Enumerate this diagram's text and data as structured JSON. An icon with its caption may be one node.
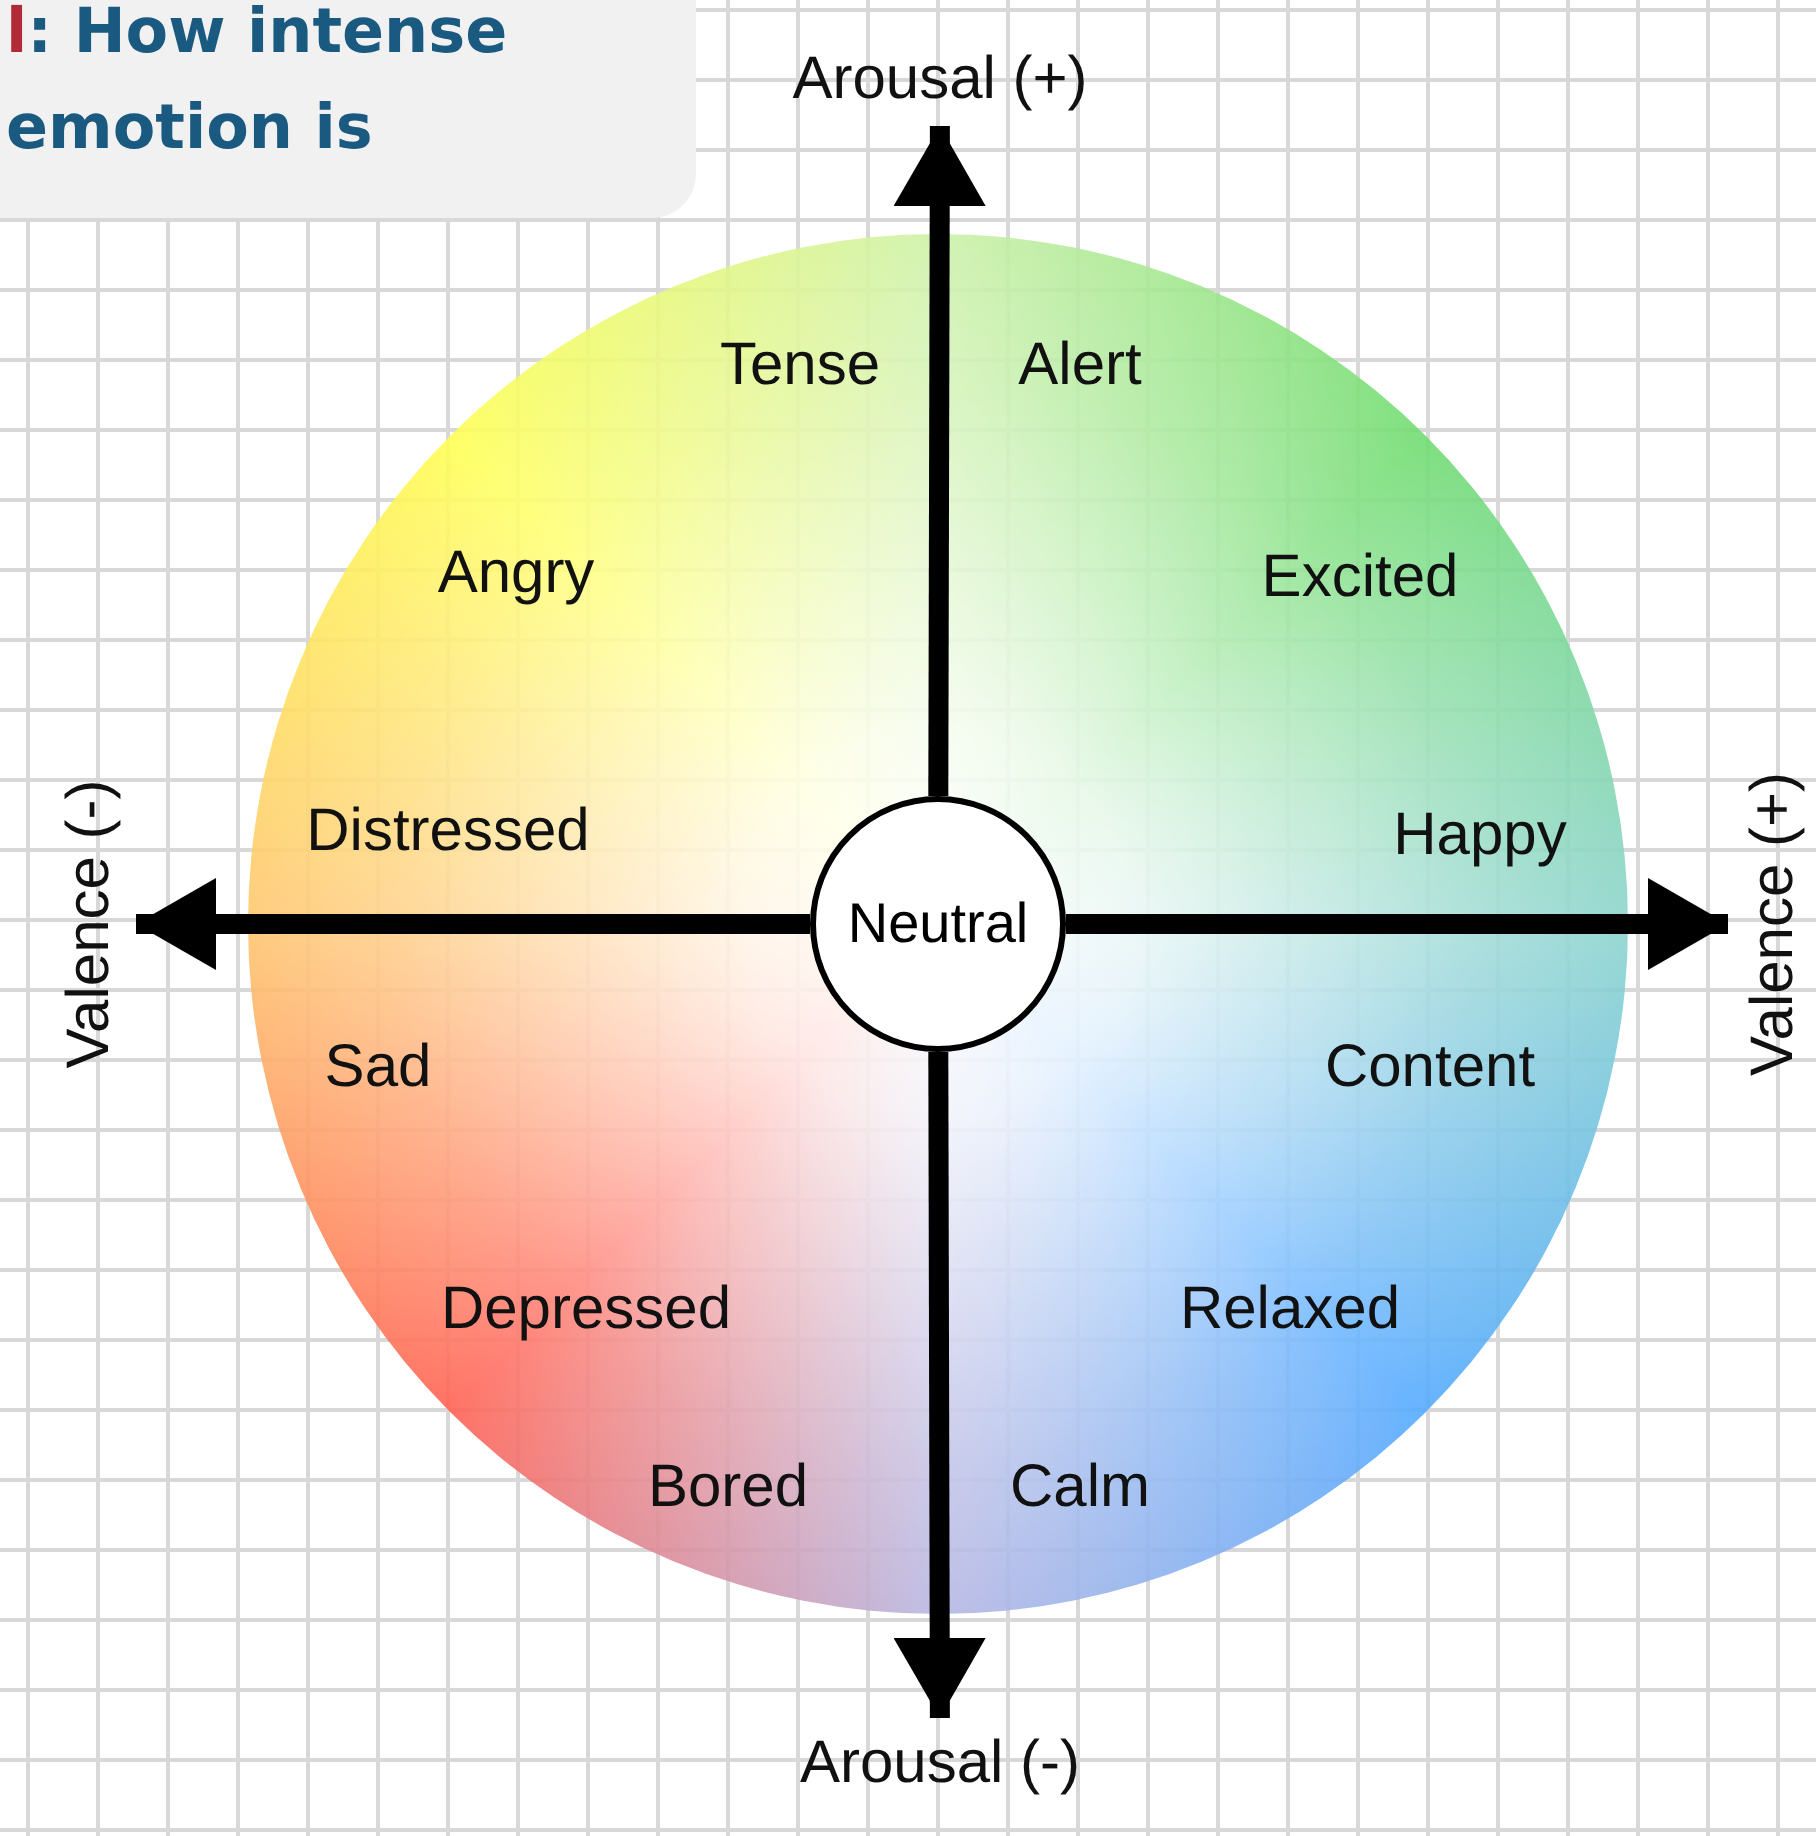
{
  "diagram": {
    "title": "l: How intense emotion is",
    "nodes": [
      {
        "text": [
          "Neutral"
        ]
      },
      {
        "text": [
          "Arousal (+)"
        ]
      },
      {
        "text": [
          "Valence (-)"
        ]
      },
      {
        "text": [
          "Valence (+)"
        ]
      },
      {
        "text": [
          "Arousal (-)"
        ]
      }
    ],
    "edges": [
      {
        "from": 0,
        "to": 1,
        "arrow": "to"
      },
      {
        "from": 0,
        "to": 4,
        "arrow": "to"
      },
      {
        "from": 0,
        "to": 2,
        "arrow": "to"
      },
      {
        "from": 0,
        "to": 3,
        "arrow": "to"
      }
    ],
    "labels": [
      "Tense",
      "Alert",
      "Angry",
      "Excited",
      "Distressed",
      "Happy",
      "Sad",
      "Content",
      "Depressed",
      "Relaxed",
      "Bored",
      "Calm"
    ]
  }
}
